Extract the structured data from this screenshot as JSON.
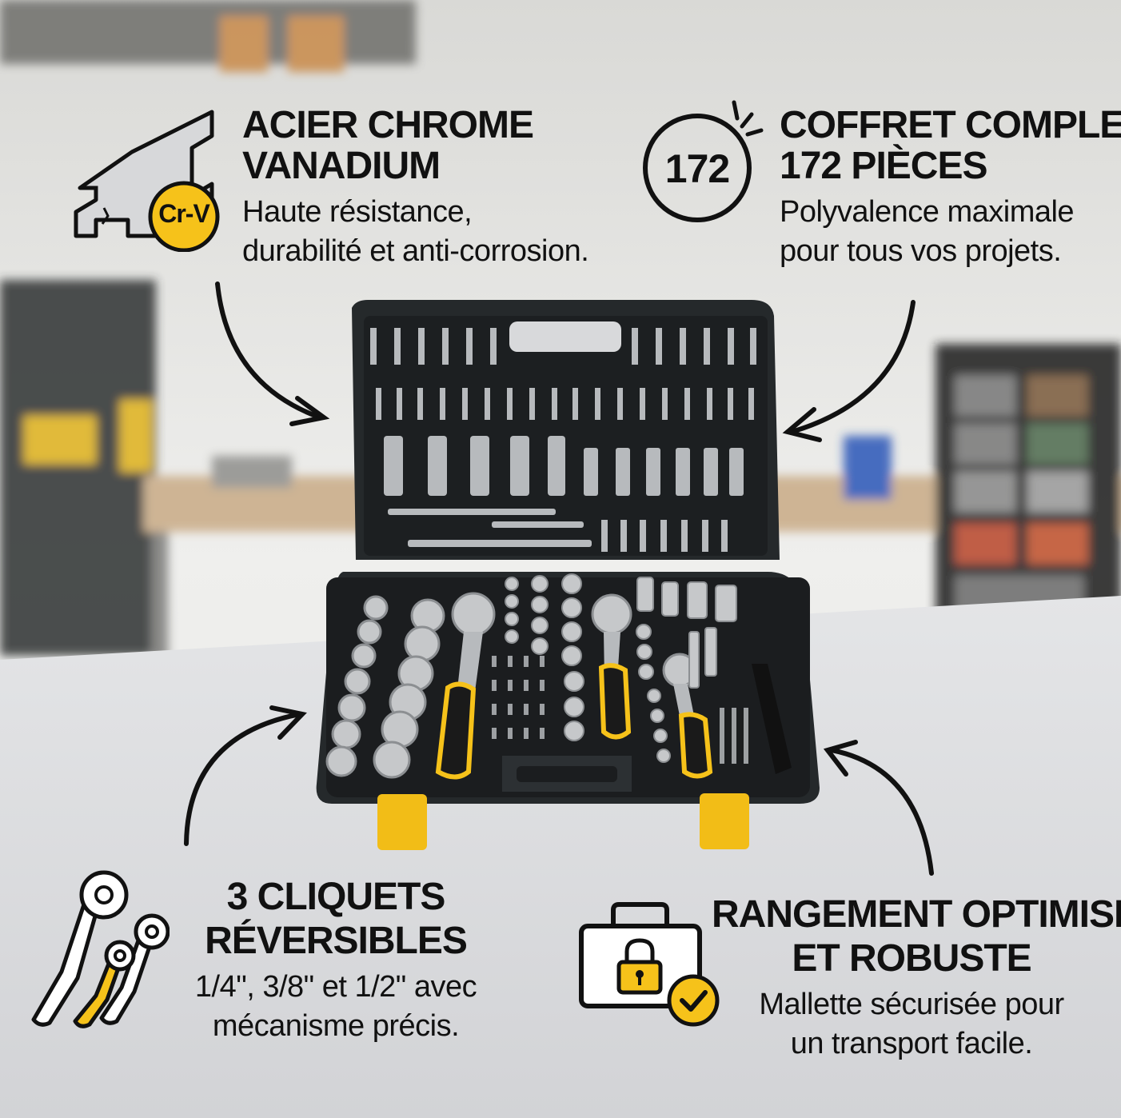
{
  "features": [
    {
      "title_line1": "ACIER CHROME",
      "title_line2": "VANADIUM",
      "desc_line1": "Haute résistance,",
      "desc_line2": "durabilité et anti-corrosion.",
      "icon": "steel-beam-icon",
      "badge": "Cr-V"
    },
    {
      "title_line1": "COFFRET COMPLET",
      "title_line2": "172 PIÈCES",
      "desc_line1": "Polyvalence maximale",
      "desc_line2": "pour tous vos projets.",
      "icon": "count-badge-icon",
      "badge": "172"
    },
    {
      "title_line1": "3 CLIQUETS",
      "title_line2": "RÉVERSIBLES",
      "desc_line1": "1/4\", 3/8\" et 1/2\" avec",
      "desc_line2": "mécanisme précis.",
      "icon": "ratchets-icon"
    },
    {
      "title_line1": "RANGEMENT OPTIMISÉ",
      "title_line2": "ET ROBUSTE",
      "desc_line1": "Mallette sécurisée pour",
      "desc_line2": "un transport facile.",
      "icon": "secure-case-icon"
    }
  ],
  "colors": {
    "accent": "#f6c21a",
    "ink": "#111111",
    "case": "#25292b",
    "table": "#dcdde0",
    "wall": "#ececea"
  }
}
